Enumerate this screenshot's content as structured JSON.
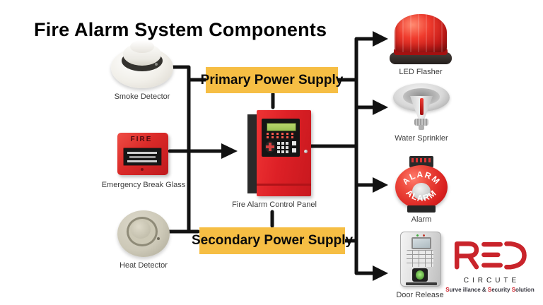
{
  "title": "Fire Alarm System Components",
  "diagram": {
    "inputs": [
      {
        "label": "Smoke Detector"
      },
      {
        "label": "Emergency Break Glass"
      },
      {
        "label": "Heat Detector"
      }
    ],
    "panel": {
      "label": "Fire Alarm Control Panel"
    },
    "power": {
      "primary": "Primary Power Supply",
      "secondary": "Secondary Power Supply"
    },
    "outputs": [
      {
        "label": "LED Flasher"
      },
      {
        "label": "Water Sprinkler"
      },
      {
        "label": "Alarm"
      },
      {
        "label": "Door Release"
      }
    ],
    "device_texts": {
      "break_glass": "FIRE",
      "alarm_bell_top": "ALARM",
      "alarm_bell_bottom": "ALARM"
    },
    "colors": {
      "highlight_yellow": "#F6BE44",
      "line_black": "#121212",
      "device_red": "#D7201F"
    }
  },
  "logo": {
    "brand": "RED",
    "name": "CIRCUTE",
    "tagline": [
      "S",
      "urve illance & ",
      "S",
      "ecurity ",
      "S",
      "olution"
    ],
    "brand_color": "#C9242B"
  }
}
